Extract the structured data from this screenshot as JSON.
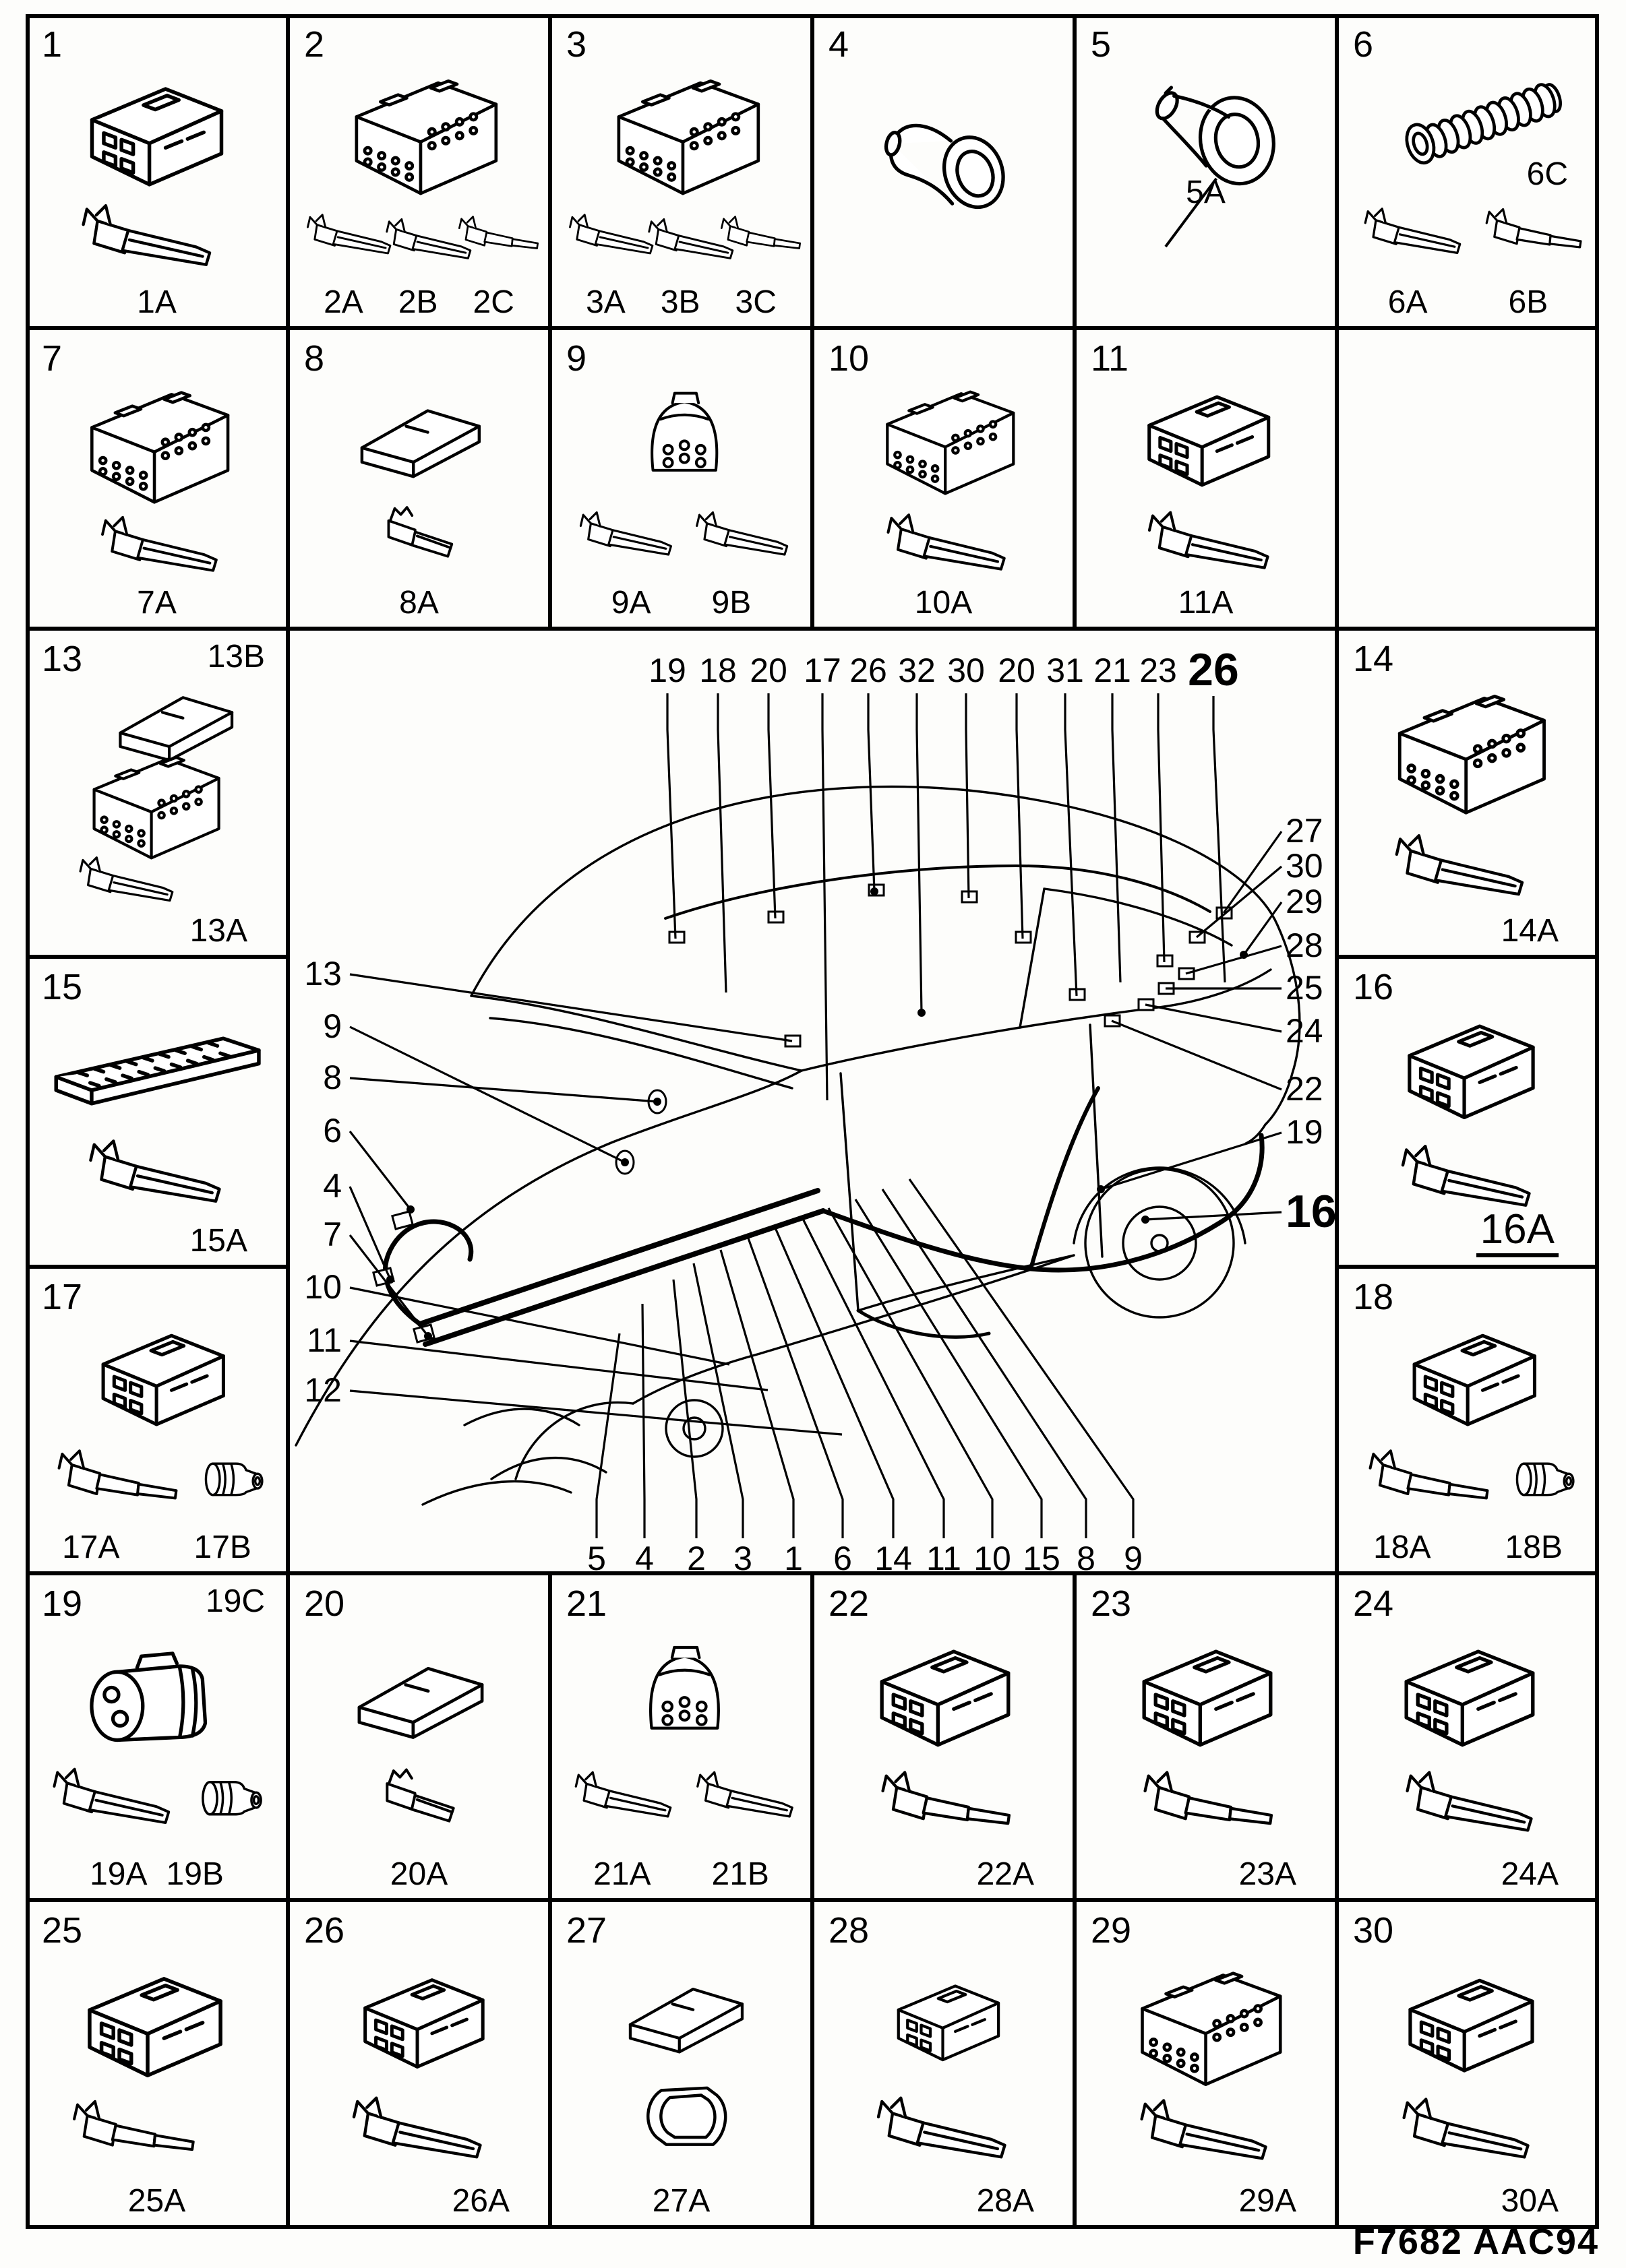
{
  "page": {
    "footer_code": "F7682 AAC94"
  },
  "cells": {
    "c1": {
      "number": "1",
      "labels": [
        "1A"
      ]
    },
    "c2": {
      "number": "2",
      "labels": [
        "2A",
        "2B",
        "2C"
      ]
    },
    "c3": {
      "number": "3",
      "labels": [
        "3A",
        "3B",
        "3C"
      ]
    },
    "c4": {
      "number": "4",
      "labels": []
    },
    "c5": {
      "number": "5",
      "labels": [
        "5A"
      ]
    },
    "c6": {
      "number": "6",
      "labels": [
        "6A",
        "6B"
      ],
      "extra_label": "6C"
    },
    "c7": {
      "number": "7",
      "labels": [
        "7A"
      ]
    },
    "c8": {
      "number": "8",
      "labels": [
        "8A"
      ]
    },
    "c9": {
      "number": "9",
      "labels": [
        "9A",
        "9B"
      ]
    },
    "c10": {
      "number": "10",
      "labels": [
        "10A"
      ]
    },
    "c11": {
      "number": "11",
      "labels": [
        "11A"
      ]
    },
    "c13": {
      "number": "13",
      "labels": [
        "13A"
      ],
      "extra_label": "13B"
    },
    "c14": {
      "number": "14",
      "labels": [
        "14A"
      ]
    },
    "c15": {
      "number": "15",
      "labels": [
        "15A"
      ]
    },
    "c16": {
      "number": "16",
      "labels": [
        "16A"
      ]
    },
    "c17": {
      "number": "17",
      "labels": [
        "17A",
        "17B"
      ]
    },
    "c18": {
      "number": "18",
      "labels": [
        "18A",
        "18B"
      ]
    },
    "c19": {
      "number": "19",
      "labels": [
        "19A",
        "19B"
      ],
      "extra_label": "19C"
    },
    "c20": {
      "number": "20",
      "labels": [
        "20A"
      ]
    },
    "c21": {
      "number": "21",
      "labels": [
        "21A",
        "21B"
      ]
    },
    "c22": {
      "number": "22",
      "labels": [
        "22A"
      ]
    },
    "c23": {
      "number": "23",
      "labels": [
        "23A"
      ]
    },
    "c24": {
      "number": "24",
      "labels": [
        "24A"
      ]
    },
    "c25": {
      "number": "25",
      "labels": [
        "25A"
      ]
    },
    "c26": {
      "number": "26",
      "labels": [
        "26A"
      ]
    },
    "c27": {
      "number": "27",
      "labels": [
        "27A"
      ]
    },
    "c28": {
      "number": "28",
      "labels": [
        "28A"
      ]
    },
    "c29": {
      "number": "29",
      "labels": [
        "29A"
      ]
    },
    "c30": {
      "number": "30",
      "labels": [
        "30A"
      ]
    }
  },
  "car_diagram": {
    "callouts_top": [
      "19",
      "18",
      "20",
      "17",
      "26",
      "32",
      "30",
      "20",
      "31",
      "21",
      "23",
      "26"
    ],
    "callouts_left": [
      "13",
      "9",
      "8",
      "6",
      "4",
      "7",
      "10",
      "11",
      "12"
    ],
    "callouts_right": [
      "27",
      "30",
      "29",
      "28",
      "25",
      "24",
      "22",
      "19",
      "16"
    ],
    "callouts_bottom": [
      "5",
      "4",
      "2",
      "3",
      "1",
      "6",
      "14",
      "11",
      "10",
      "15",
      "8",
      "9"
    ]
  }
}
